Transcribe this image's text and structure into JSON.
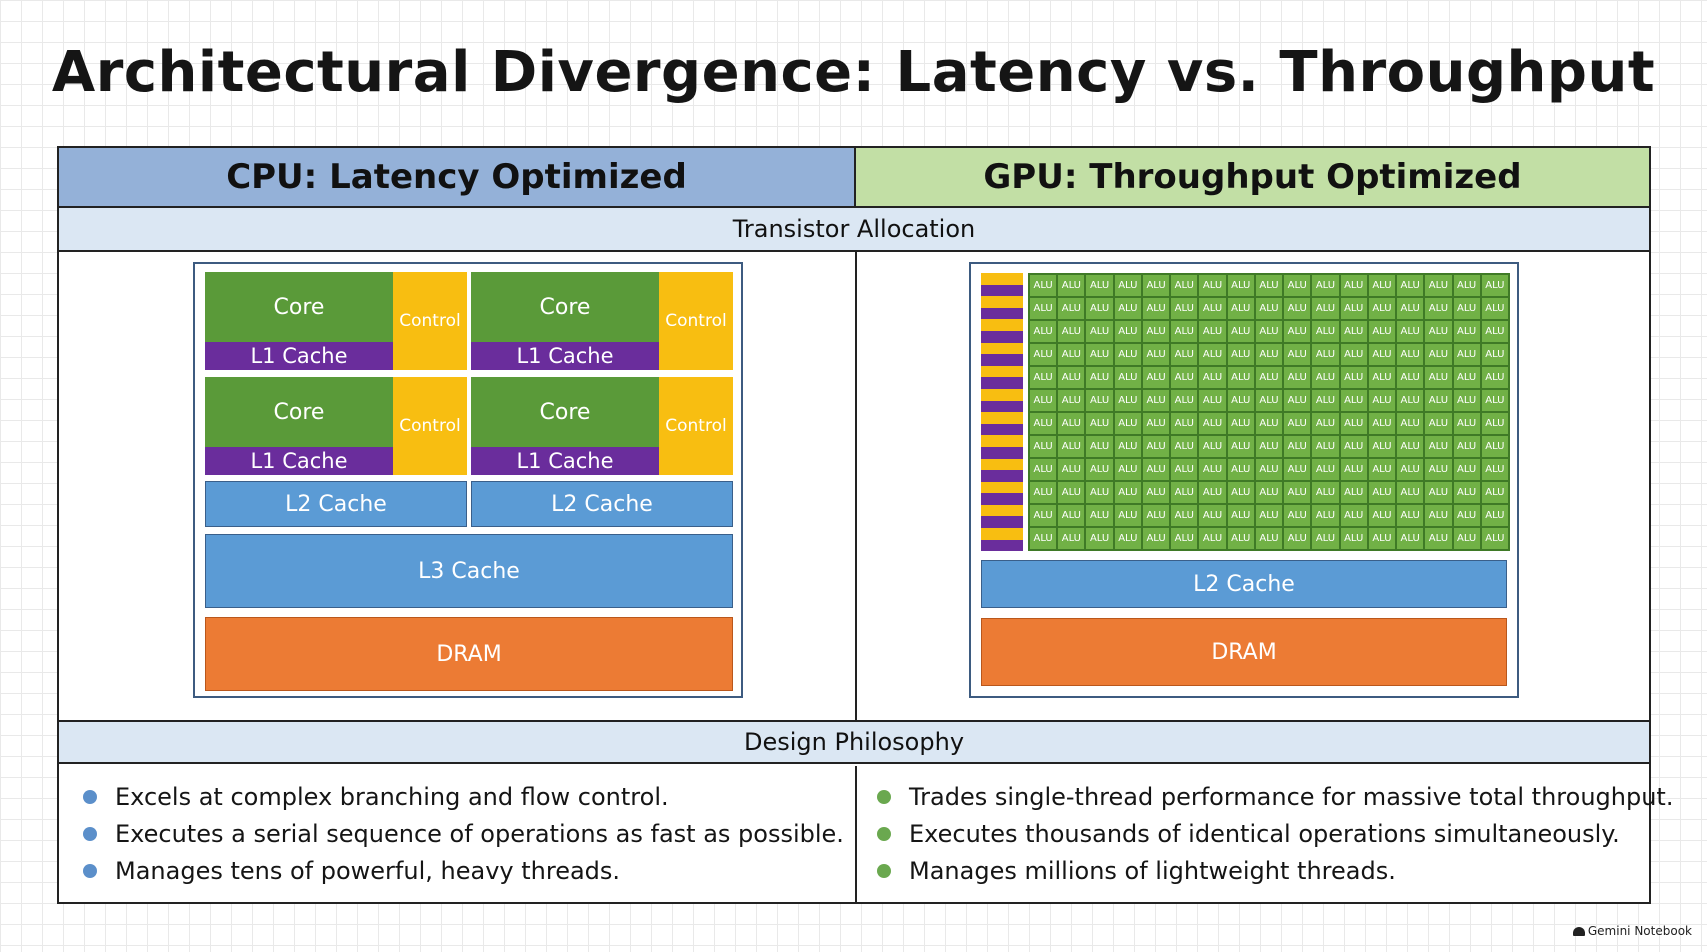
{
  "title": "Architectural Divergence: Latency vs. Throughput",
  "cpu": {
    "header": "CPU: Latency Optimized",
    "core_label": "Core",
    "control_label": "Control",
    "l1_label": "L1 Cache",
    "l2_label": "L2 Cache",
    "l3_label": "L3 Cache",
    "dram_label": "DRAM"
  },
  "gpu": {
    "header": "GPU: Throughput Optimized",
    "alu_label": "ALU",
    "l2_label": "L2 Cache",
    "dram_label": "DRAM",
    "alu_columns": 17,
    "alu_rows": 12
  },
  "sections": {
    "transistor_allocation": "Transistor Allocation",
    "design_philosophy": "Design Philosophy"
  },
  "philosophy": {
    "cpu": [
      "Excels at complex branching and flow control.",
      "Executes a serial sequence of operations as fast as possible.",
      "Manages tens of powerful, heavy threads."
    ],
    "gpu": [
      "Trades single-thread performance for massive total throughput.",
      "Executes thousands of identical operations simultaneously.",
      "Manages millions of lightweight threads."
    ]
  },
  "watermark": "Gemini Notebook",
  "colors": {
    "cpu_header": "#94b1d8",
    "gpu_header": "#c2dfa5",
    "section_header": "#dbe7f3",
    "core": "#5a9a39",
    "l1_cache": "#6a2d9c",
    "control": "#f8be11",
    "cache": "#5b9bd5",
    "dram": "#ec7b34",
    "alu": "#71b146"
  }
}
